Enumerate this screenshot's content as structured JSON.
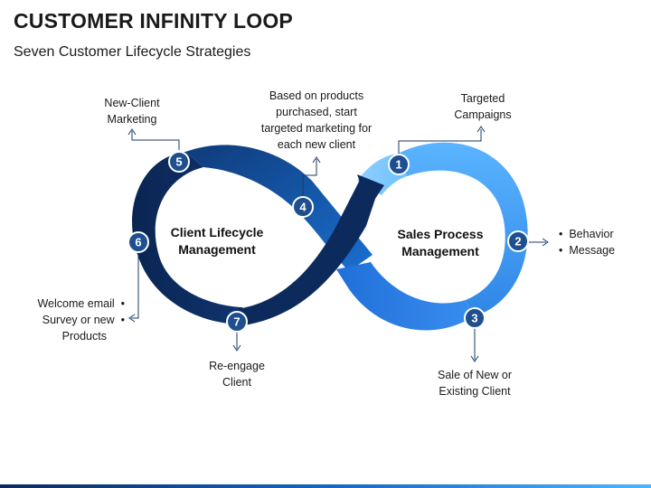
{
  "header": {
    "title": "CUSTOMER INFINITY LOOP",
    "subtitle": "Seven Customer Lifecycle Strategies"
  },
  "loop": {
    "left_label": [
      "Client Lifecycle",
      "Management"
    ],
    "right_label": [
      "Sales Process",
      "Management"
    ]
  },
  "steps": [
    {
      "number": "1",
      "lines": [
        "Targeted",
        "Campaigns"
      ]
    },
    {
      "number": "2",
      "bullets": [
        "Behavior",
        "Message"
      ]
    },
    {
      "number": "3",
      "lines": [
        "Sale of New or",
        "Existing Client"
      ]
    },
    {
      "number": "4",
      "lines": [
        "Based on products",
        "purchased, start",
        "targeted marketing for",
        "each new client"
      ]
    },
    {
      "number": "5",
      "lines": [
        "New-Client",
        "Marketing"
      ]
    },
    {
      "number": "6",
      "bullets": [
        "Welcome email",
        "Survey or new",
        "Products"
      ]
    },
    {
      "number": "7",
      "lines": [
        "Re-engage",
        "Client"
      ]
    }
  ],
  "colors": {
    "dark_navy": "#0b2a5b",
    "navy": "#123f82",
    "mid_blue": "#1565c0",
    "blue": "#2f86e6",
    "light_blue": "#5fb8ff",
    "pale_blue": "#8fd0ff",
    "circle_fill": "#1f4f8f"
  }
}
